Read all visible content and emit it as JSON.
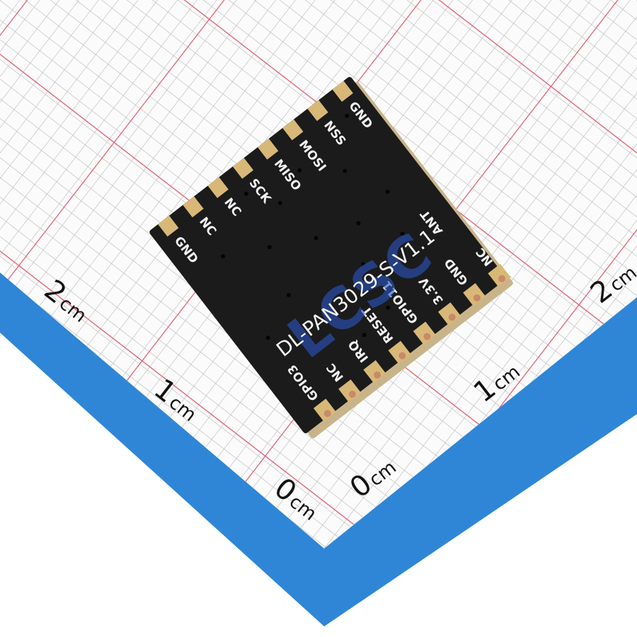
{
  "module": {
    "part_number": "DL-PAN3029-S-V1.1",
    "left_row_pins": [
      "GND",
      "NC",
      "NC",
      "SCK",
      "MISO",
      "MOSI",
      "NSS",
      "GND"
    ],
    "right_row_pins": [
      "GPIO3",
      "NC",
      "IRQ",
      "RESET",
      "GPIO11",
      "3.3V",
      "GND",
      "NC"
    ],
    "antenna_label": "ANT"
  },
  "watermark": "LCSC",
  "ruler": {
    "left": [
      {
        "value": "2",
        "unit": "cm"
      },
      {
        "value": "1",
        "unit": "cm"
      },
      {
        "value": "0",
        "unit": "cm"
      }
    ],
    "right": [
      {
        "value": "0",
        "unit": "cm"
      },
      {
        "value": "1",
        "unit": "cm"
      },
      {
        "value": "2",
        "unit": "cm"
      }
    ]
  },
  "colors": {
    "grid_fine": "#b8b8b8",
    "grid_major": "#e0566a",
    "band": "#2f86d6",
    "pcb": "#1b1b1b",
    "pad": "#d8b877"
  }
}
